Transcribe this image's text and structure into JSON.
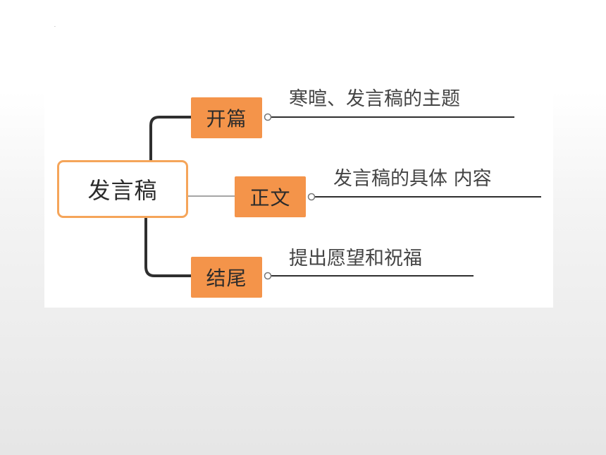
{
  "root": {
    "label": "发言稿"
  },
  "branches": [
    {
      "label": "开篇",
      "detail": "寒暄、发言稿的主题"
    },
    {
      "label": "正文",
      "detail": "发言稿的具体 内容"
    },
    {
      "label": "结尾",
      "detail": "提出愿望和祝福"
    }
  ],
  "colors": {
    "branch_fill": "#f4944a",
    "root_border": "#f5a55a",
    "connector": "#2f2f2f"
  }
}
